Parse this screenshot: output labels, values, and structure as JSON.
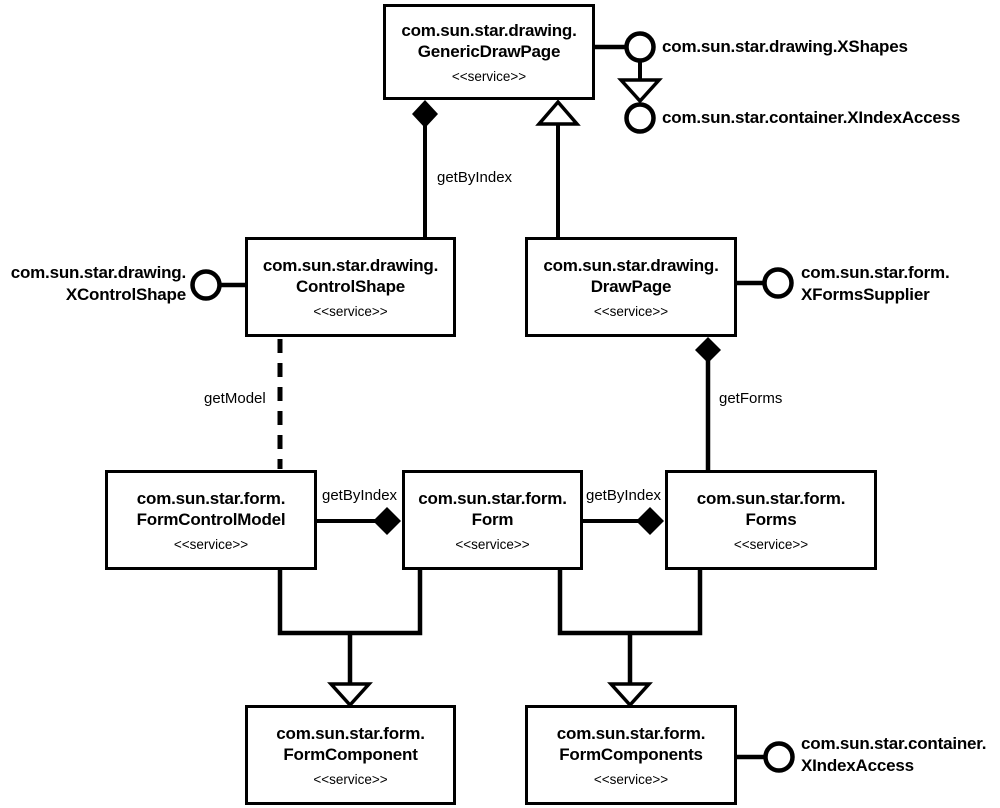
{
  "nodes": {
    "generic_draw_page": {
      "package": "com.sun.star.drawing.",
      "name": "GenericDrawPage",
      "stereotype": "<<service>>"
    },
    "control_shape": {
      "package": "com.sun.star.drawing.",
      "name": "ControlShape",
      "stereotype": "<<service>>"
    },
    "draw_page": {
      "package": "com.sun.star.drawing.",
      "name": "DrawPage",
      "stereotype": "<<service>>"
    },
    "form_control_model": {
      "package": "com.sun.star.form.",
      "name": "FormControlModel",
      "stereotype": "<<service>>"
    },
    "form": {
      "package": "com.sun.star.form.",
      "name": "Form",
      "stereotype": "<<service>>"
    },
    "forms": {
      "package": "com.sun.star.form.",
      "name": "Forms",
      "stereotype": "<<service>>"
    },
    "form_component": {
      "package": "com.sun.star.form.",
      "name": "FormComponent",
      "stereotype": "<<service>>"
    },
    "form_components": {
      "package": "com.sun.star.form.",
      "name": "FormComponents",
      "stereotype": "<<service>>"
    }
  },
  "interfaces": {
    "xshapes": {
      "label": "com.sun.star.drawing.XShapes"
    },
    "xindexaccess_top": {
      "label": "com.sun.star.container.XIndexAccess"
    },
    "xcontrolshape": {
      "package": "com.sun.star.drawing.",
      "name": "XControlShape"
    },
    "xformssupplier": {
      "package": "com.sun.star.form.",
      "name": "XFormsSupplier"
    },
    "xindexaccess_bottom": {
      "package": "com.sun.star.container.",
      "name": "XIndexAccess"
    }
  },
  "edge_labels": {
    "get_by_index_top": "getByIndex",
    "get_model": "getModel",
    "get_forms": "getForms",
    "get_by_index_left": "getByIndex",
    "get_by_index_right": "getByIndex"
  },
  "colors": {
    "stroke": "#000000",
    "background": "#ffffff"
  }
}
